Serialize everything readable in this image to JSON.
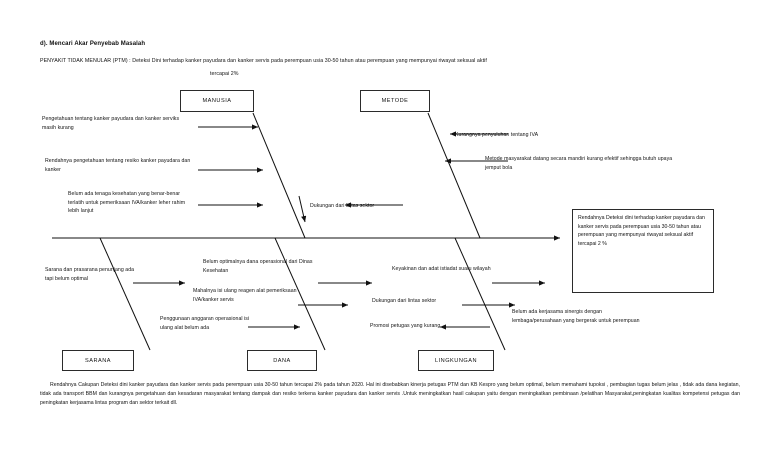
{
  "document": {
    "heading": "d).  Mencari Akar Penyebab Masalah",
    "problem_statement": "PENYAKIT TIDAK MENULAR (PTM) : Deteksi Dini terhadap kanker payudara dan kanker servis pada perempuan usia 30-50 tahun atau perempuan yang mempunyai riwayat seksual aktif",
    "problem_statement_line2": "tercapai 2%"
  },
  "diagram": {
    "type": "fishbone-ishikawa",
    "categories": {
      "manusia": "MANUSIA",
      "metode": "METODE",
      "sarana": "SARANA",
      "dana": "DANA",
      "lingkungan": "LINGKUNGAN"
    },
    "effect_box": "Rendahnya Deteksi dini terhadap kanker payudara dan kanker servis pada perempuan usia 30-50 tahun atau perempuan yang mempunyai riwayat seksual aktif tercapai 2 %",
    "causes": {
      "manusia": [
        "Pengetahuan tentang kanker payudara dan kanker serviks masih kurang",
        "Rendahnya pengetahuan tentang resiko kanker payudara dan kanker",
        "Belum ada tenaga kesehatan yang benar-benar terlatih untuk pemeriksaan IVA/kanker leher rahim lebih lanjut"
      ],
      "metode": [
        "Kurangnya penyuluhan tentang IVA",
        "Metode masyarakat datang secara mandiri kurang efektif sehingga butuh upaya jemput bola",
        "Dukungan dari lintas sektor"
      ],
      "sarana": [
        "Sarana dan prasarana penunjang ada tapi belum optimal"
      ],
      "dana": [
        "Belum optimalnya dana operasional dari Dinas Kesehatan",
        "Mahalnya isi ulang reagen alat pemeriksaan IVA/kanker servis",
        "Penggunaan anggaran operasional isi ulang alat belum ada"
      ],
      "lingkungan": [
        "Keyakinan dan adat istiadat suatu wilayah",
        "Dukungan dari lintas sektor",
        "Promosi petugas yang kurang",
        "Belum ada kerjasama sinergis dengan lembaga/perusahaan yang bergerak untuk perempuan"
      ]
    }
  },
  "summary": {
    "paragraph": "Rendahnya Cakupan Deteksi dini kanker payudara dan kanker servis  pada perempuan usia 30-50 tahun tercapai 2% pada tahun 2020. Hal ini disebabkan kinerja petugas PTM dan KB Kespro yang belum optimal, belum memahami tupoksi , pembagian tugas belum jelas , tidak ada dana kegiatan, tidak ada transport BBM dan kurangnya pengetahuan dan kesadaran masyarakat tentang  dampak dan resiko terkena kanker payudara dan kanker servis .Untuk meningkatkan hasil cakupan yaitu dengan meningkatkan pembinaan /pelatihan Masyarakat,peningkatan kualitas kompetensi petugas dan peningkatan  kerjasama lintas program dan sektor terkait dll."
  }
}
